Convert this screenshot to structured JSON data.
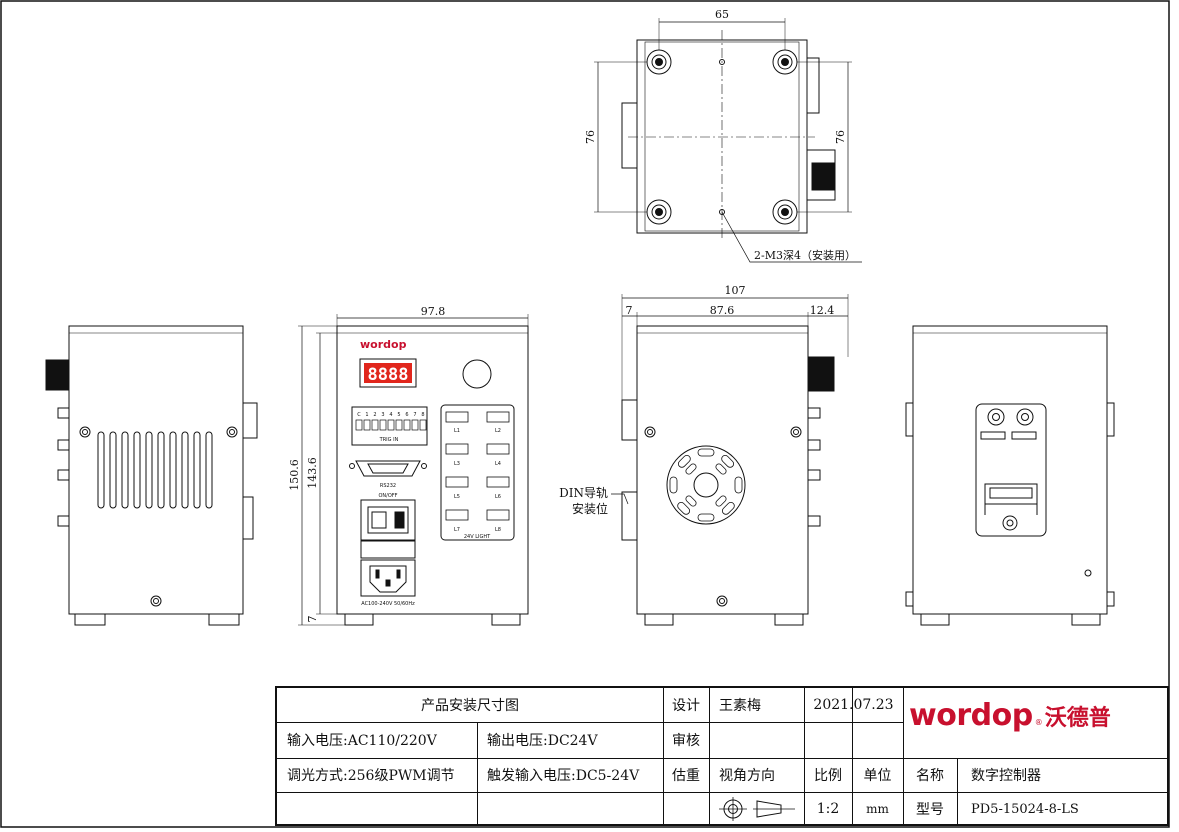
{
  "dimensions": {
    "top_width": "65",
    "top_height_left": "76",
    "top_height_right": "76",
    "screw_note": "2-M3深4（安装用）",
    "front_width": "97.8",
    "front_height_outer": "150.6",
    "front_height_inner": "143.6",
    "foot_height": "7",
    "side_total": "107",
    "side_left": "7",
    "side_mid": "87.6",
    "side_right": "12.4",
    "din_label_1": "DIN导轨",
    "din_label_2": "安装位"
  },
  "panel": {
    "logo": "wordop",
    "display": "8888",
    "trig_numbers": [
      "C",
      "1",
      "2",
      "3",
      "4",
      "5",
      "6",
      "7",
      "8"
    ],
    "trig_label": "TRIG IN",
    "rs232_label": "RS232",
    "onoff_label": "ON/OFF",
    "ac_label": "AC100-240V 50/60Hz",
    "light_label": "24V  LIGHT",
    "channels": [
      "L1",
      "L2",
      "L3",
      "L4",
      "L5",
      "L6",
      "L7",
      "L8"
    ]
  },
  "title_block": {
    "drawing_title": "产品安装尺寸图",
    "input_voltage": "输入电压:AC110/220V",
    "output_voltage": "输出电压:DC24V",
    "dimming": "调光方式:256级PWM调节",
    "trigger_voltage": "触发输入电压:DC5-24V",
    "design_label": "设计",
    "designer": "王素梅",
    "date": "2021.07.23",
    "review_label": "审核",
    "weight_label": "估重",
    "view_label": "视角方向",
    "scale_label": "比例",
    "unit_label": "单位",
    "name_label": "名称",
    "product_name": "数字控制器",
    "scale": "1:2",
    "unit": "mm",
    "model_label": "型号",
    "model": "PD5-15024-8-LS",
    "brand_latin": "wordop",
    "brand_registered": "®",
    "brand_chinese": "沃德普"
  }
}
